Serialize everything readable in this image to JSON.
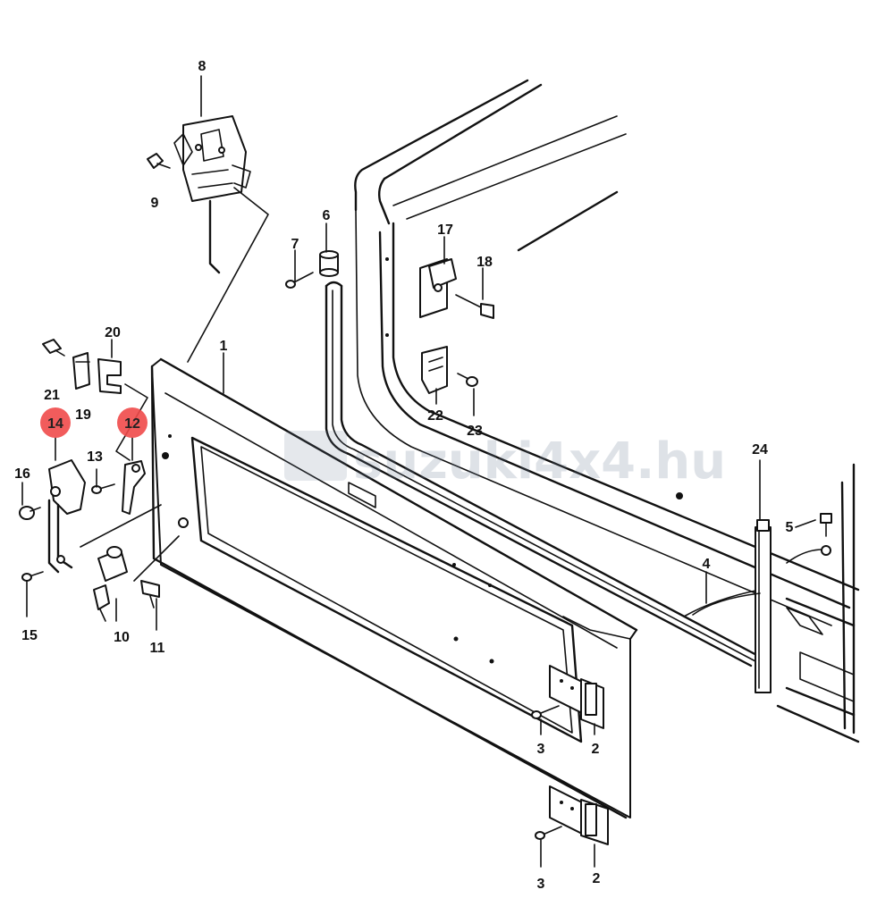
{
  "watermark": "suzuki4x4.hu",
  "highlight_color": "#f04a4a",
  "highlighted_parts": [
    "14",
    "12"
  ],
  "labels": {
    "p1": "1",
    "p2a": "2",
    "p2b": "2",
    "p3a": "3",
    "p3b": "3",
    "p4": "4",
    "p5": "5",
    "p6": "6",
    "p7": "7",
    "p8": "8",
    "p9": "9",
    "p10": "10",
    "p11": "11",
    "p12": "12",
    "p13": "13",
    "p14": "14",
    "p15": "15",
    "p16": "16",
    "p17": "17",
    "p18": "18",
    "p19": "19",
    "p20": "20",
    "p21": "21",
    "p22": "22",
    "p23": "23",
    "p24": "24"
  }
}
